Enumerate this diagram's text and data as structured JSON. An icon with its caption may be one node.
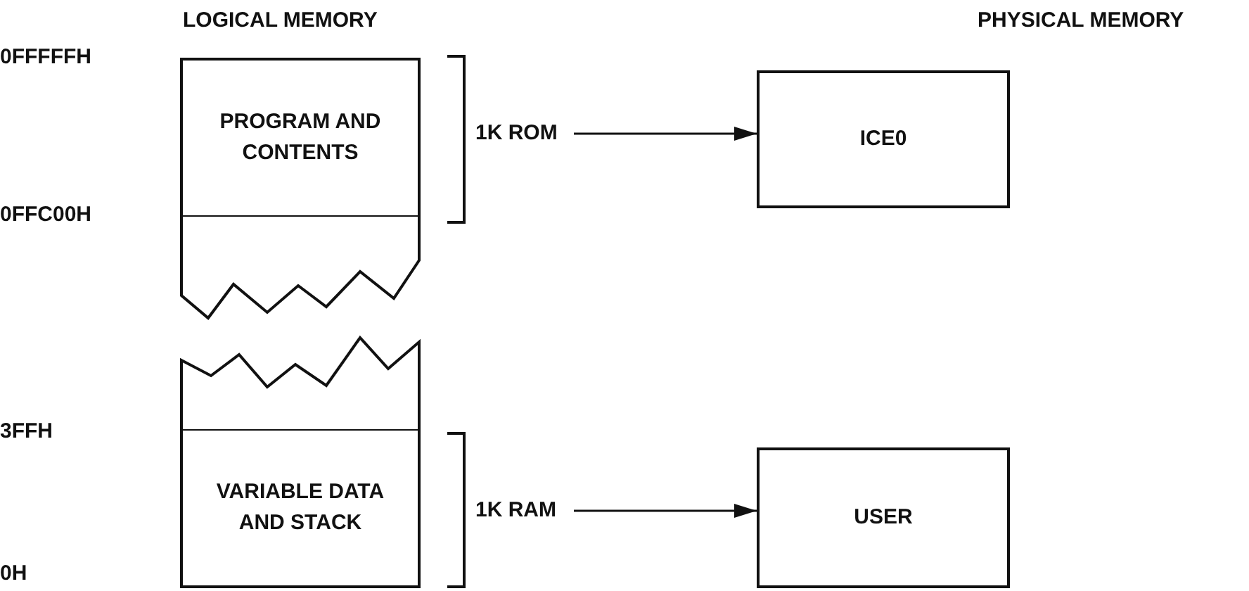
{
  "diagram": {
    "nodes": [
      {
        "text": [
          "PROGRAM AND CONTENTS"
        ]
      },
      {
        "text": [
          "1K ROM"
        ]
      },
      {
        "text": [
          "ICE0"
        ]
      },
      {
        "text": [
          "VARIABLE DATA AND STACK"
        ]
      },
      {
        "text": [
          "1K RAM"
        ]
      },
      {
        "text": [
          "USER"
        ]
      }
    ],
    "edges": [
      {
        "from": 1,
        "to": 2,
        "arrow": "to"
      },
      {
        "from": 4,
        "to": 5,
        "arrow": "to"
      }
    ],
    "labels": [
      "LOGICAL MEMORY",
      "PHYSICAL MEMORY",
      "0FFFFFH",
      "0FFC00H",
      "3FFH",
      "0H"
    ]
  }
}
